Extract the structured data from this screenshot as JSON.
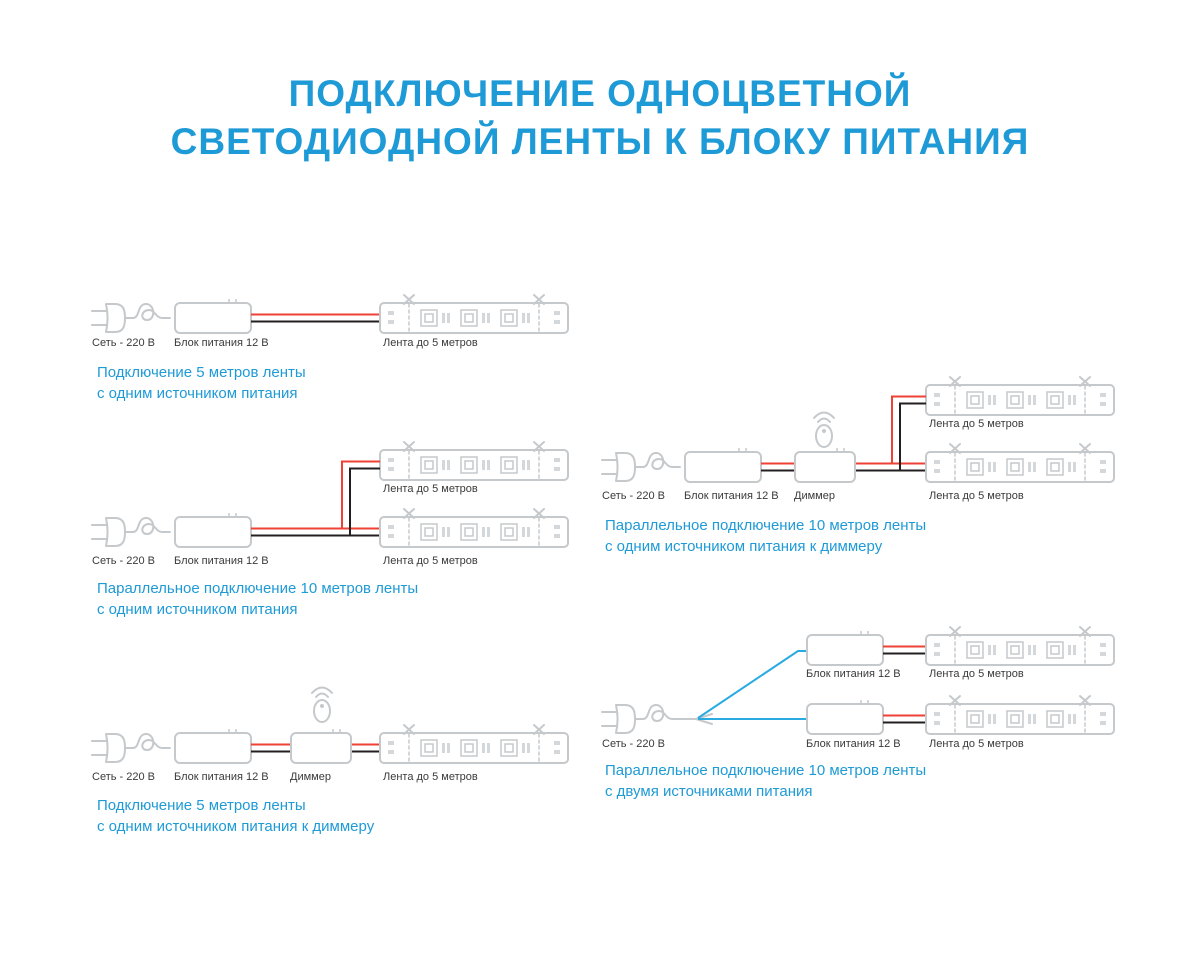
{
  "title": {
    "line1": "ПОДКЛЮЧЕНИЕ ОДНОЦВЕТНОЙ",
    "line2": "СВЕТОДИОДНОЙ ЛЕНТЫ К БЛОКУ ПИТАНИЯ"
  },
  "labels": {
    "mains": "Сеть - 220 В",
    "psu": "Блок питания 12 В",
    "dimmer": "Диммер",
    "strip": "Лента до 5 метров"
  },
  "captions": {
    "d1": {
      "line1": "Подключение 5 метров ленты",
      "line2": "с одним источником питания"
    },
    "d2": {
      "line1": "Параллельное подключение 10 метров ленты",
      "line2": "с одним источником питания"
    },
    "d3": {
      "line1": "Подключение 5 метров ленты",
      "line2": "с одним источником питания к диммеру"
    },
    "d4": {
      "line1": "Параллельное подключение 10 метров ленты",
      "line2": "с одним источником питания к диммеру"
    },
    "d5": {
      "line1": "Параллельное подключение 10 метров ленты",
      "line2": "с двумя источниками питания"
    }
  },
  "colors": {
    "accent_blue": "#1e9ad6",
    "wire_red": "#ef4136",
    "wire_black": "#231f20",
    "wire_blue": "#29abe2",
    "outline_gray": "#c5c9cc"
  }
}
